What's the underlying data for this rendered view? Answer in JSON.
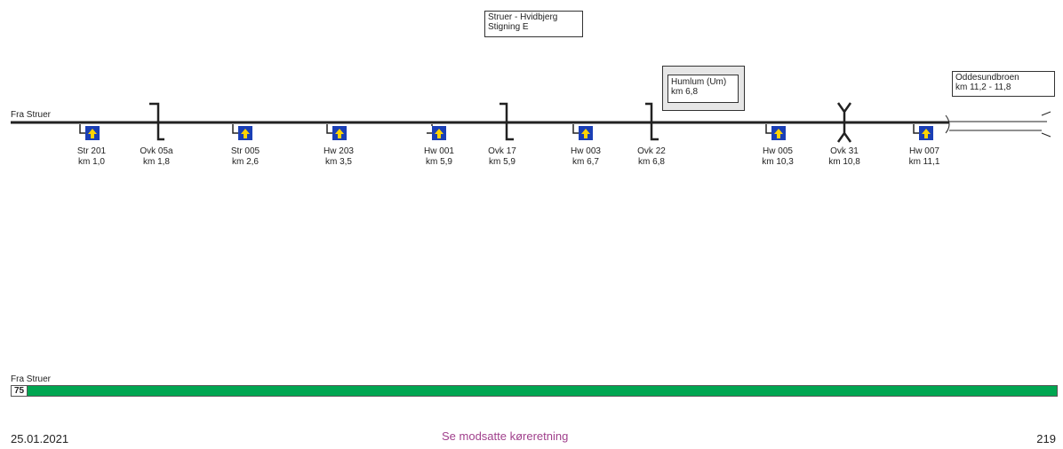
{
  "route_box": {
    "line1": "Struer - Hvidbjerg",
    "line2": "Stigning E"
  },
  "station_box": {
    "line1": "Humlum (Um)",
    "line2": "km 6,8"
  },
  "bridge_box": {
    "line1": "Oddesundbroen",
    "line2": "km 11,2 - 11,8"
  },
  "track_label": "Fra Struer",
  "signals": [
    {
      "name": "Str 201",
      "km": "km 1,0"
    },
    {
      "name": "Str 005",
      "km": "km 2,6"
    },
    {
      "name": "Hw 203",
      "km": "km 3,5"
    },
    {
      "name": "Hw 001",
      "km": "km 5,9"
    },
    {
      "name": "Hw 003",
      "km": "km 6,7"
    },
    {
      "name": "Hw 005",
      "km": "km 10,3"
    },
    {
      "name": "Hw 007",
      "km": "km 11,1"
    }
  ],
  "crossings": [
    {
      "name": "Ovk 05a",
      "km": "km 1,8"
    },
    {
      "name": "Ovk 17",
      "km": "km 5,9"
    },
    {
      "name": "Ovk 22",
      "km": "km 6,8"
    },
    {
      "name": "Ovk 31",
      "km": "km 10,8"
    }
  ],
  "speed_bar": {
    "label": "Fra Struer",
    "value": "75",
    "color": "#00a651"
  },
  "footer": {
    "date": "25.01.2021",
    "note": "Se modsatte køreretning",
    "page": "219",
    "note_color": "#a0408c"
  },
  "colors": {
    "signal_bg": "#1a3fb5",
    "signal_arrow": "#ffd400"
  }
}
